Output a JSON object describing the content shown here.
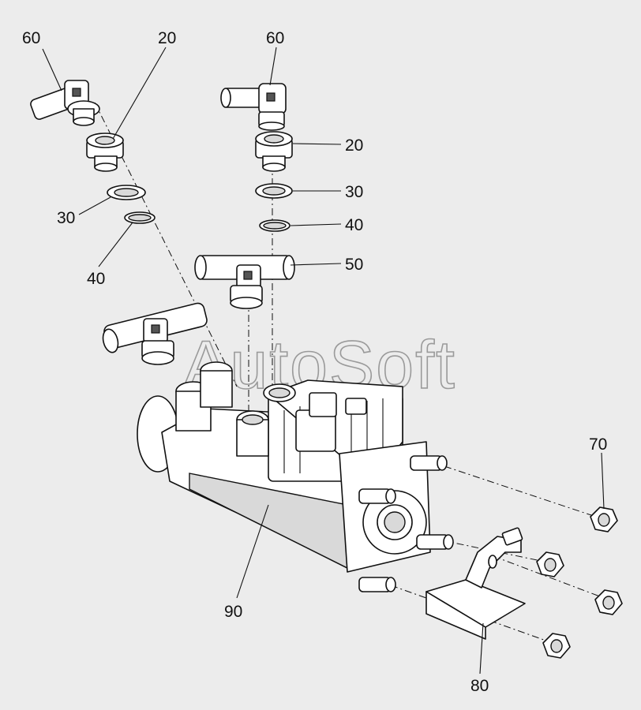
{
  "watermark": "AutoSoft",
  "callouts": {
    "c60a": "60",
    "c20a": "20",
    "c30a": "30",
    "c40a": "40",
    "c60b": "60",
    "c20b": "20",
    "c30b": "30",
    "c40b": "40",
    "c50": "50",
    "c70": "70",
    "c80": "80",
    "c90": "90"
  }
}
